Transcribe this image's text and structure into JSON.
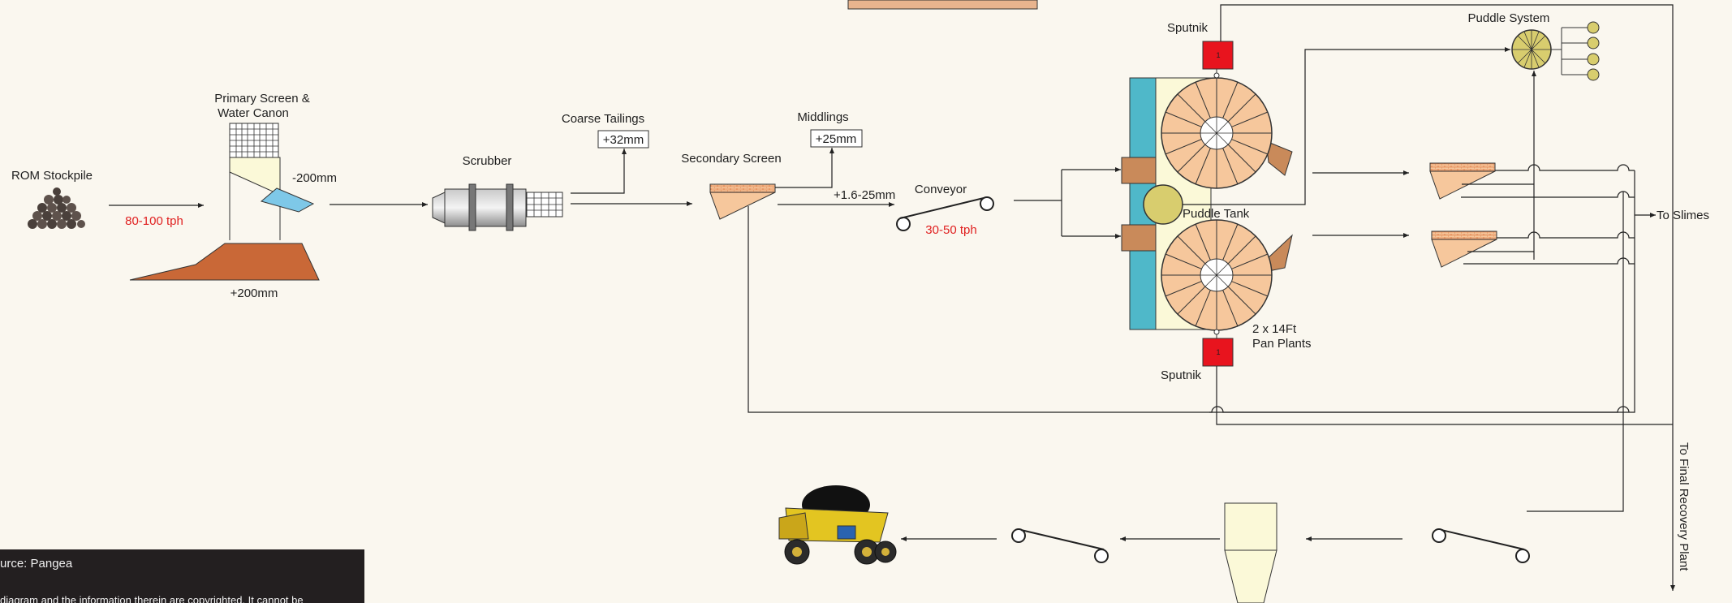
{
  "labels": {
    "rom_stockpile": "ROM Stockpile",
    "feed_rate": "80-100 tph",
    "primary_screen_line1": "Primary Screen &",
    "primary_screen_line2": "Water Canon",
    "minus_200": "-200mm",
    "plus_200": "+200mm",
    "scrubber": "Scrubber",
    "coarse_tailings": "Coarse Tailings",
    "plus_32": "+32mm",
    "middlings": "Middlings",
    "plus_25": "+25mm",
    "secondary_screen": "Secondary Screen",
    "size_range": "+1.6-25mm",
    "conveyor": "Conveyor",
    "conveyor_rate": "30-50 tph",
    "sputnik_top": "Sputnik",
    "sputnik_bottom": "Sputnik",
    "sputnik_unit_top": "1",
    "sputnik_unit_bottom": "1",
    "puddle_tank": "Puddle Tank",
    "puddle_system": "Puddle System",
    "pan_plants_line1": "2 x 14Ft",
    "pan_plants_line2": "Pan Plants",
    "to_slimes": "To Slimes",
    "to_final_recovery": "To Final Recovery Plant"
  },
  "source": {
    "line1": "urce: Pangea",
    "line2": "diagram and the information therein are copyrighted. It cannot be"
  },
  "colors": {
    "accent_red": "#e02020",
    "water_blue": "#4fb8c9",
    "pan_fill": "#f6c79c",
    "soil_brown": "#c8673a",
    "sputnik_red": "#e8141e",
    "tank_yellow": "#d8cd6e",
    "hopper_cream": "#fbf9d8"
  }
}
